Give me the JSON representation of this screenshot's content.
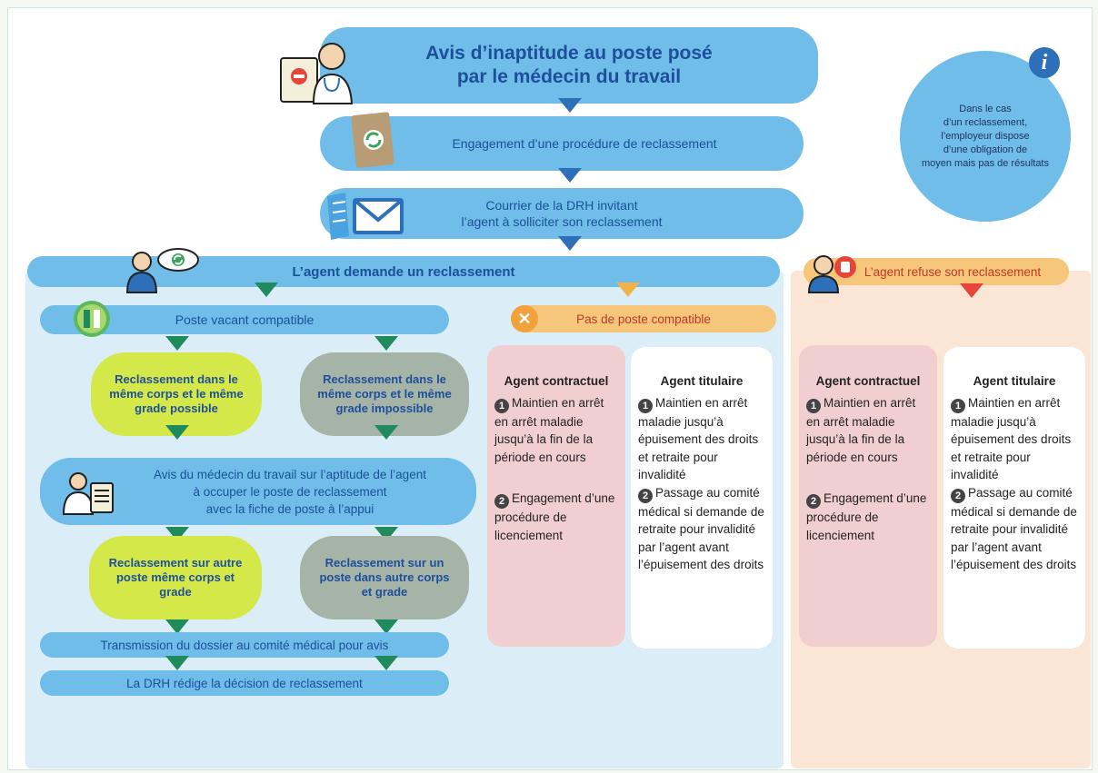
{
  "top": {
    "title_line1": "Avis d’inaptitude au poste posé",
    "title_line2": "par le médecin du travail",
    "step2": "Engagement d’une procédure de reclassement",
    "step3_line1": "Courrier de la DRH invitant",
    "step3_line2": "l’agent à solliciter son reclassement"
  },
  "info": {
    "icon": "i",
    "line1": "Dans le cas",
    "line2": "d’un reclassement,",
    "line3": "l’employeur dispose",
    "line4": "d’une obligation de",
    "line5": "moyen mais pas de résultats"
  },
  "left": {
    "demand": "L’agent demande un reclassement",
    "vacant": "Poste vacant compatible",
    "possible": "Reclassement dans le même corps et le même grade possible",
    "impossible": "Reclassement dans le même corps et le même grade impossible",
    "avis_line1": "Avis du médecin du travail sur l’aptitude de l’agent",
    "avis_line2": "à occuper le poste de reclassement",
    "avis_line3": "avec la fiche de poste à l’appui",
    "autre_poste": "Reclassement sur autre poste même corps et grade",
    "autre_corps": "Reclassement sur un poste dans autre corps et grade",
    "transmission": "Transmission du dossier au comité médical pour avis",
    "decision": "La DRH rédige la décision de reclassement"
  },
  "nocompat": {
    "label": "Pas de poste compatible",
    "contractuel": {
      "title": "Agent contractuel",
      "n1": "1",
      "p1": "Maintien en arrêt en arrêt maladie jusqu’à la fin de la période en cours",
      "n2": "2",
      "p2": "Engagement d’une procédure de licenciement"
    },
    "titulaire": {
      "title": "Agent titulaire",
      "n1": "1",
      "p1": "Maintien en arrêt maladie jusqu’à épuisement des droits et retraite pour invalidité",
      "n2": "2",
      "p2": "Passage au comité médical si demande de retraite pour invalidité par l’agent avant l’épuisement des droits"
    }
  },
  "refuse": {
    "label": "L’agent refuse son reclassement",
    "contractuel": {
      "title": "Agent contractuel",
      "n1": "1",
      "p1": "Maintien en arrêt en arrêt maladie jusqu’à la fin de la période en cours",
      "n2": "2",
      "p2": "Engagement d’une procédure de licenciement"
    },
    "titulaire": {
      "title": "Agent titulaire",
      "n1": "1",
      "p1": "Maintien en arrêt maladie jusqu’à épuisement des droits et retraite pour invalidité",
      "n2": "2",
      "p2": "Passage au comité médical si demande de retraite pour invalidité par l’agent avant l’épuisement des droits"
    }
  },
  "colors": {
    "pill_blue": "#6fbde8",
    "text_blue": "#1e4f9b",
    "green_blob": "#d5e84a",
    "grey_blob": "#a6b4a8",
    "orange": "#f6c77a",
    "red": "#e8453a"
  }
}
